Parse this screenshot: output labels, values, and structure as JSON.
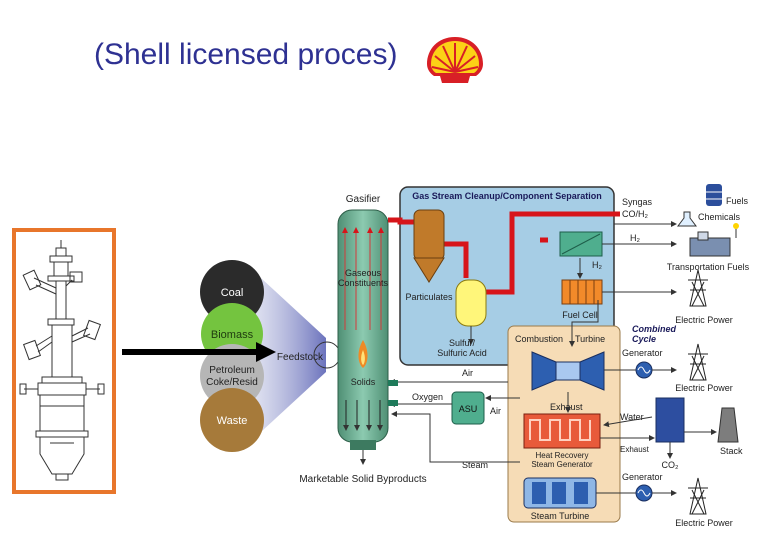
{
  "slide": {
    "title": "(Shell licensed proces)"
  },
  "logo": {
    "icon": "shell-pecten-logo"
  },
  "colors": {
    "title": "#2e3192",
    "orange_frame": "#e8762b",
    "gasifier_green": "#6aa88c",
    "cleanup_blue": "#a6cde5",
    "power_block": "#f6dcb6",
    "pipe_red": "#d7141a"
  },
  "feedstocks": {
    "label": "Feedstock",
    "items": [
      "Coal",
      "Biomass",
      "Petroleum\nCoke/Resid",
      "Waste"
    ]
  },
  "gasifier": {
    "title": "Gasifier",
    "gaseous": "Gaseous\nConstituents",
    "solids": "Solids",
    "byproducts": "Marketable Solid Byproducts"
  },
  "cleanup": {
    "title": "Gas Stream Cleanup/Component Separation",
    "particulates": "Particulates",
    "sulfur": "Sulfur/\nSulfuric Acid",
    "h2_label": "H₂"
  },
  "products": {
    "syngas": "Syngas\nCO/H₂",
    "h2": "H₂",
    "fuels": "Fuels",
    "chemicals": "Chemicals",
    "transport": "Transportation Fuels",
    "fuel_cell": "Fuel Cell",
    "electric_power": "Electric Power"
  },
  "power_block": {
    "combined_cycle": "Combined\nCycle",
    "combustion": "Combustion",
    "turbine": "Turbine",
    "exhaust": "Exhaust",
    "hrsg": "Heat Recovery\nSteam Generator",
    "steam_turbine": "Steam Turbine",
    "generator": "Generator",
    "water": "Water",
    "stack": "Stack",
    "co2": "CO₂"
  },
  "air_separation": {
    "asu": "ASU",
    "air": "Air",
    "oxygen": "Oxygen",
    "steam": "Steam"
  }
}
